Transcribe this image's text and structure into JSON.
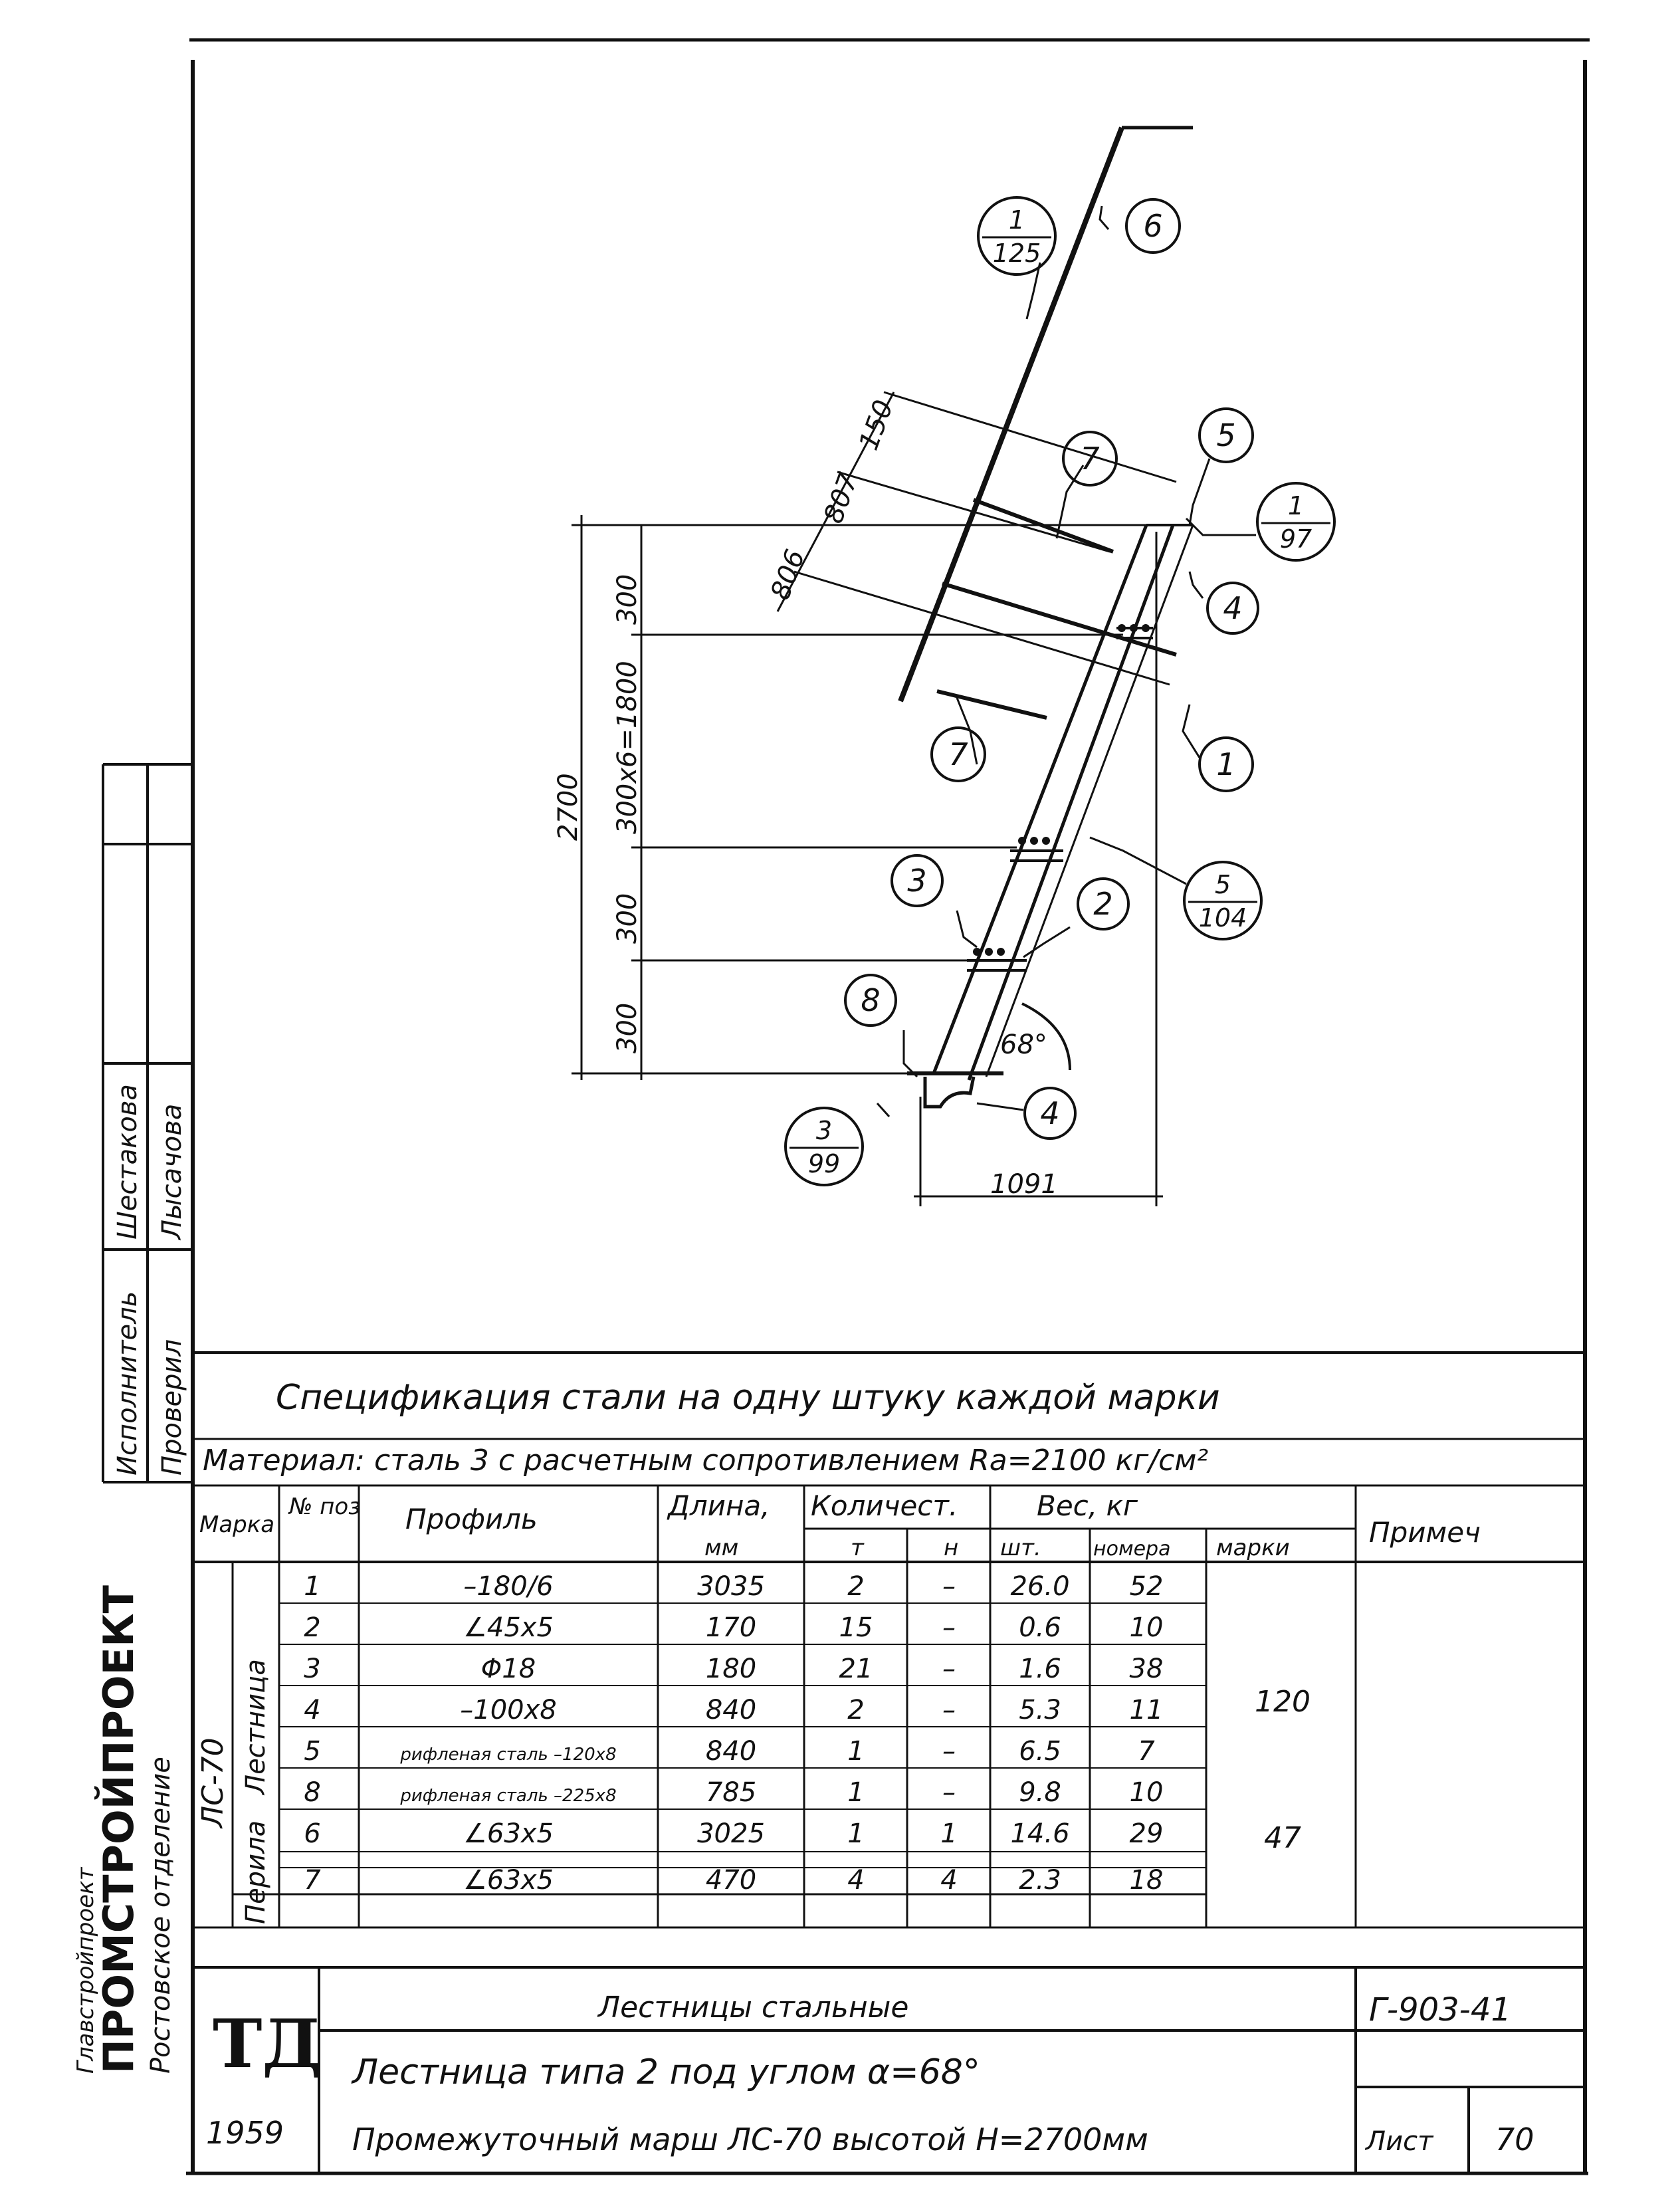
{
  "drawing": {
    "callouts": {
      "c6": "6",
      "c7a": "7",
      "c5": "5",
      "c4a": "4",
      "c1": "1",
      "c7b": "7",
      "c3": "3",
      "c2": "2",
      "c8": "8",
      "c4b": "4",
      "r1_top": "1",
      "r1_bot": "125",
      "r2_top": "1",
      "r2_bot": "97",
      "r3_top": "5",
      "r3_bot": "104",
      "r4_top": "3",
      "r4_bot": "99"
    },
    "dims": {
      "total_height": "2700",
      "d300_bottom": "300",
      "d300_mid": "300",
      "d_steps": "300x6=1800",
      "d300_top": "300",
      "d806": "806",
      "d807": "807",
      "d150": "150",
      "width": "1091",
      "angle": "68°"
    }
  },
  "side_stamp": {
    "executor_role": "Исполнитель",
    "executor_name": "Шестакова",
    "checker_role": "Проверил",
    "checker_name": "Лысачова",
    "org_line1": "Главстройпроект",
    "org_line2": "ПРОМСТРОЙПРОЕКТ",
    "org_line3": "Ростовское отделение"
  },
  "spec": {
    "title": "Спецификация стали на одну штуку каждой марки",
    "material": "Материал: сталь 3 с расчетным сопротивлением Ra=2100 кг/см²",
    "headers": {
      "marka": "Марка",
      "pos": "№ поз",
      "profile": "Профиль",
      "length": "Длина,",
      "length_unit": "мм",
      "qty": "Количест.",
      "qty_t": "т",
      "qty_n": "н",
      "weight": "Вес, кг",
      "w_sht": "шт.",
      "w_nomera": "номера",
      "w_marki": "марки",
      "note": "Примеч"
    },
    "mark": "ЛС-70",
    "group1": "Лестница",
    "group2": "Перила",
    "rows": [
      {
        "pos": "1",
        "profile": "–180/6",
        "length": "3035",
        "t": "2",
        "n": "–",
        "sht": "26.0",
        "nom": "52"
      },
      {
        "pos": "2",
        "profile": "∠45x5",
        "length": "170",
        "t": "15",
        "n": "–",
        "sht": "0.6",
        "nom": "10"
      },
      {
        "pos": "3",
        "profile": "Φ18",
        "length": "180",
        "t": "21",
        "n": "–",
        "sht": "1.6",
        "nom": "38"
      },
      {
        "pos": "4",
        "profile": "–100x8",
        "length": "840",
        "t": "2",
        "n": "–",
        "sht": "5.3",
        "nom": "11"
      },
      {
        "pos": "5",
        "profile": "рифленая сталь –120x8",
        "length": "840",
        "t": "1",
        "n": "–",
        "sht": "6.5",
        "nom": "7"
      },
      {
        "pos": "8",
        "profile": "рифленая сталь –225x8",
        "length": "785",
        "t": "1",
        "n": "–",
        "sht": "9.8",
        "nom": "10"
      },
      {
        "pos": "6",
        "profile": "∠63x5",
        "length": "3025",
        "t": "1",
        "n": "1",
        "sht": "14.6",
        "nom": "29"
      },
      {
        "pos": "7",
        "profile": "∠63x5",
        "length": "470",
        "t": "4",
        "n": "4",
        "sht": "2.3",
        "nom": "18"
      }
    ],
    "mark_weight_1": "120",
    "mark_weight_2": "47"
  },
  "title_block": {
    "logo": "ТД",
    "year": "1959",
    "series_title": "Лестницы стальные",
    "code": "Г-903-41",
    "line1": "Лестница типа 2 под углом α=68°",
    "line2": "Промежуточный марш ЛС-70 высотой H=2700мм",
    "sheet_label": "Лист",
    "sheet_no": "70"
  }
}
